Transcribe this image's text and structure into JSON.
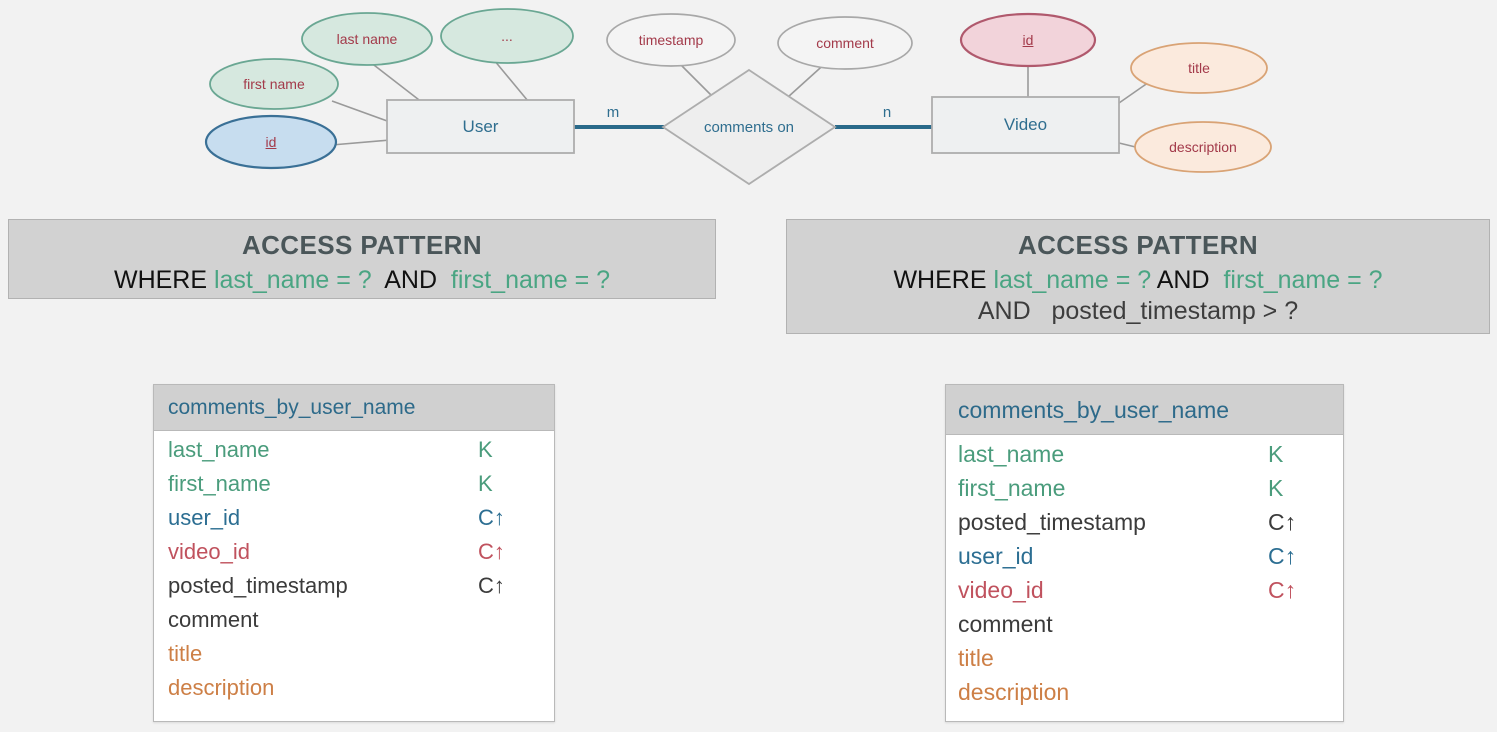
{
  "background": "#f2f2f2",
  "er_diagram": {
    "entities": [
      {
        "name": "user-entity",
        "label": "User"
      },
      {
        "name": "video-entity",
        "label": "Video"
      }
    ],
    "relationship": {
      "label": "comments on",
      "left_cardinality": "m",
      "right_cardinality": "n",
      "edge_color": "#2a6a8a"
    },
    "attributes": [
      {
        "name": "user-attr-first-name",
        "label": "first name",
        "fill": "#d6e8df",
        "stroke": "#6aa793",
        "key": false
      },
      {
        "name": "user-attr-last-name",
        "label": "last name",
        "fill": "#d6e8df",
        "stroke": "#6aa793",
        "key": false
      },
      {
        "name": "user-attr-more",
        "label": "...",
        "fill": "#d6e8df",
        "stroke": "#6aa793",
        "key": false
      },
      {
        "name": "user-attr-id",
        "label": "id",
        "fill": "#c7ddef",
        "stroke": "#3a7096",
        "key": true
      },
      {
        "name": "rel-attr-timestamp",
        "label": "timestamp",
        "fill": "#f4f4f4",
        "stroke": "#a8a8a8",
        "key": false
      },
      {
        "name": "rel-attr-comment",
        "label": "comment",
        "fill": "#f4f4f4",
        "stroke": "#a8a8a8",
        "key": false
      },
      {
        "name": "video-attr-id",
        "label": "id",
        "fill": "#f2d3da",
        "stroke": "#b0596d",
        "key": true
      },
      {
        "name": "video-attr-title",
        "label": "title",
        "fill": "#fbeadd",
        "stroke": "#d9a375",
        "key": false
      },
      {
        "name": "video-attr-description",
        "label": "description",
        "fill": "#fbeadd",
        "stroke": "#d9a375",
        "key": false
      }
    ]
  },
  "access_patterns": [
    {
      "name": "access-pattern-left",
      "title": "ACCESS PATTERN",
      "lines": [
        [
          {
            "t": "WHERE ",
            "c": "plain"
          },
          {
            "t": "last_name = ?",
            "c": "col"
          },
          {
            "t": "  AND  ",
            "c": "plain"
          },
          {
            "t": "first_name = ?",
            "c": "col"
          }
        ]
      ]
    },
    {
      "name": "access-pattern-right",
      "title": "ACCESS PATTERN",
      "lines": [
        [
          {
            "t": "WHERE ",
            "c": "plain"
          },
          {
            "t": "last_name = ?",
            "c": "col"
          },
          {
            "t": " AND  ",
            "c": "plain"
          },
          {
            "t": "first_name = ?",
            "c": "col"
          }
        ],
        [
          {
            "t": "AND   posted_timestamp > ?",
            "c": "plain2"
          }
        ]
      ]
    }
  ],
  "tables": [
    {
      "name": "table-card-left",
      "title": "comments_by_user_name",
      "columns": [
        {
          "label": "last_name",
          "marker": "K",
          "color": "c-green"
        },
        {
          "label": "first_name",
          "marker": "K",
          "color": "c-green"
        },
        {
          "label": "user_id",
          "marker": "C↑",
          "color": "c-blue"
        },
        {
          "label": "video_id",
          "marker": "C↑",
          "color": "c-red"
        },
        {
          "label": "posted_timestamp",
          "marker": "C↑",
          "color": "c-dark"
        },
        {
          "label": "comment",
          "marker": "",
          "color": "c-dark"
        },
        {
          "label": "title",
          "marker": "",
          "color": "c-orange"
        },
        {
          "label": "description",
          "marker": "",
          "color": "c-orange"
        }
      ]
    },
    {
      "name": "table-card-right",
      "title": "comments_by_user_name",
      "columns": [
        {
          "label": "last_name",
          "marker": "K",
          "color": "c-green"
        },
        {
          "label": "first_name",
          "marker": "K",
          "color": "c-green"
        },
        {
          "label": "posted_timestamp",
          "marker": "C↑",
          "color": "c-dark"
        },
        {
          "label": "user_id",
          "marker": "C↑",
          "color": "c-blue"
        },
        {
          "label": "video_id",
          "marker": "C↑",
          "color": "c-red"
        },
        {
          "label": "comment",
          "marker": "",
          "color": "c-dark"
        },
        {
          "label": "title",
          "marker": "",
          "color": "c-orange"
        },
        {
          "label": "description",
          "marker": "",
          "color": "c-orange"
        }
      ]
    }
  ]
}
